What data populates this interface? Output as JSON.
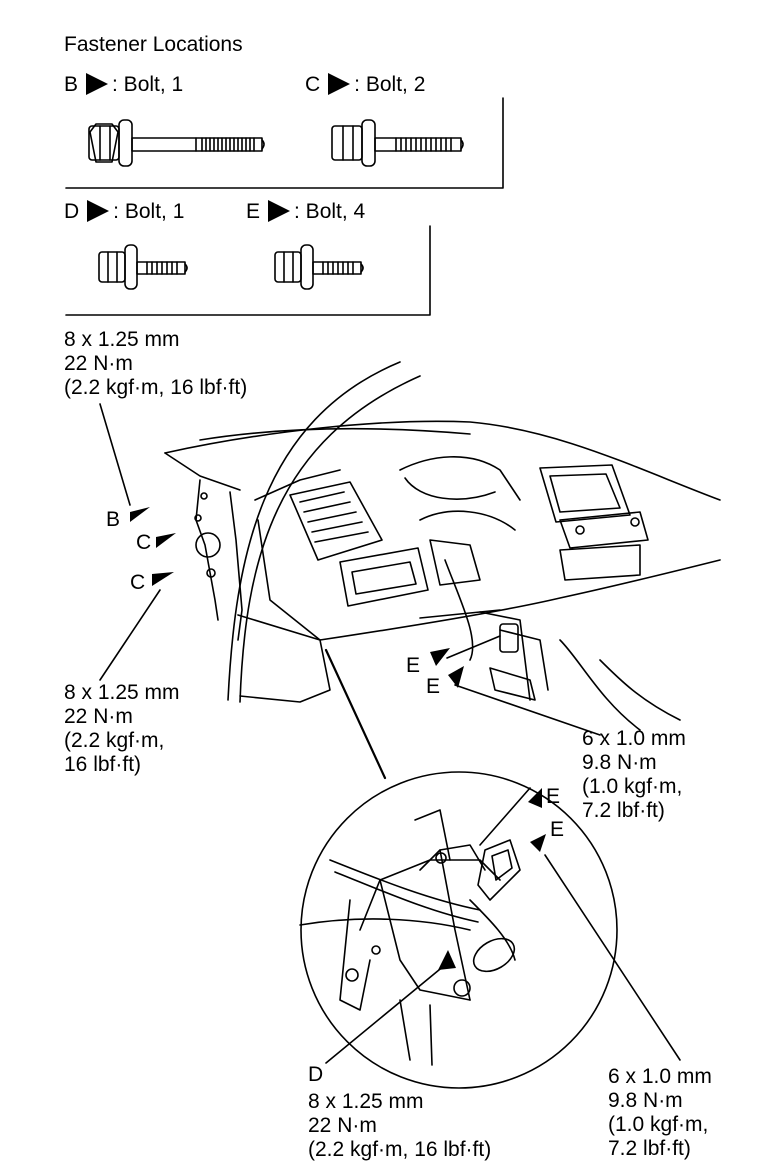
{
  "heading": "Fastener Locations",
  "fasteners": [
    {
      "letter": "B",
      "desc": ": Bolt, 1"
    },
    {
      "letter": "C",
      "desc": ": Bolt, 2"
    },
    {
      "letter": "D",
      "desc": ": Bolt, 1"
    },
    {
      "letter": "E",
      "desc": ": Bolt, 4"
    }
  ],
  "callouts": {
    "b": "B",
    "c1": "C",
    "c2": "C",
    "e1": "E",
    "e2": "E",
    "e3": "E",
    "e4": "E",
    "d": "D"
  },
  "specs": {
    "top_left": [
      "8 x 1.25 mm",
      "22 N·m",
      "(2.2 kgf·m, 16 lbf·ft)"
    ],
    "mid_left": [
      "8 x 1.25 mm",
      "22 N·m",
      "(2.2 kgf·m,",
      "16 lbf·ft)"
    ],
    "mid_right": [
      "6 x 1.0 mm",
      "9.8 N·m",
      "(1.0 kgf·m,",
      "7.2 lbf·ft)"
    ],
    "bottom_center": [
      "8 x 1.25 mm",
      "22 N·m",
      "(2.2 kgf·m, 16 lbf·ft)"
    ],
    "bottom_right": [
      "6 x 1.0 mm",
      "9.8 N·m",
      "(1.0 kgf·m,",
      "7.2 lbf·ft)"
    ]
  }
}
